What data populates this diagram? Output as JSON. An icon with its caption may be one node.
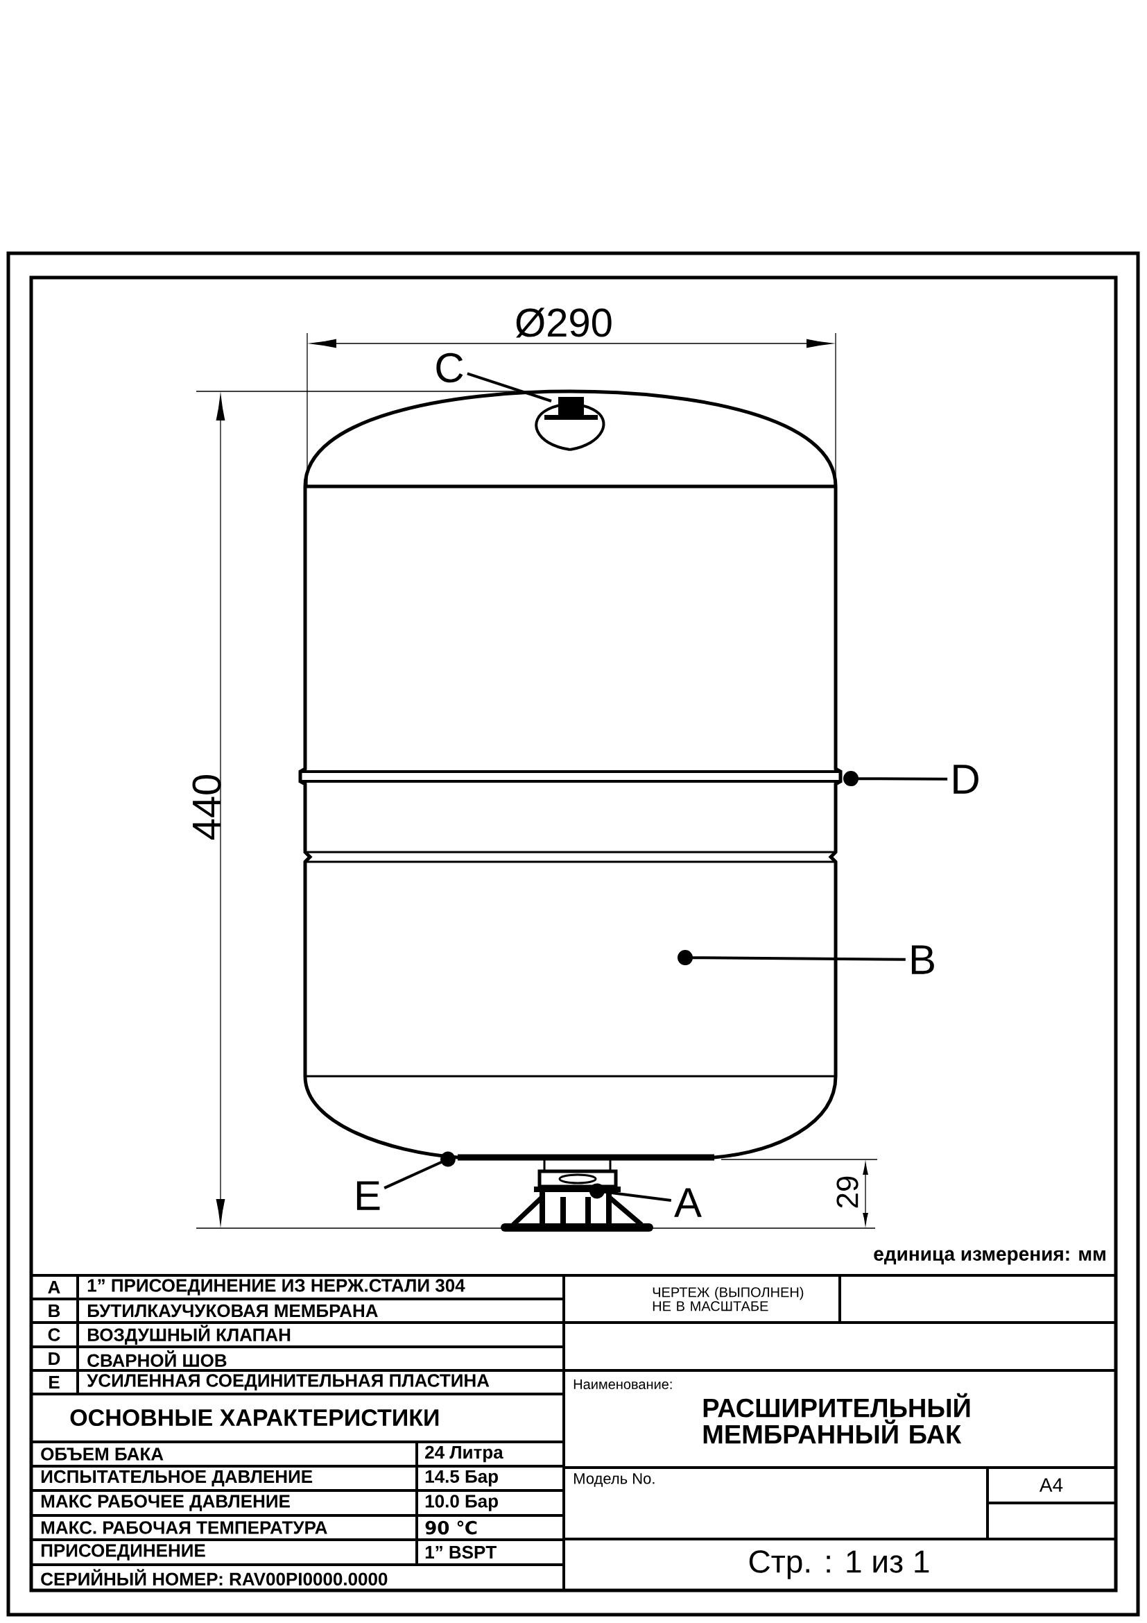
{
  "diagram": {
    "nodes": [
      {
        "text": [
          "C"
        ]
      },
      {
        "text": [
          "D"
        ]
      },
      {
        "text": [
          "B"
        ]
      },
      {
        "text": [
          "E"
        ]
      },
      {
        "text": [
          "A"
        ]
      }
    ],
    "edges": [
      {
        "from": 0,
        "to": null,
        "arrow": "none"
      },
      {
        "from": 1,
        "to": null,
        "arrow": "other"
      },
      {
        "from": 2,
        "to": null,
        "arrow": "other"
      },
      {
        "from": 3,
        "to": null,
        "arrow": "other"
      },
      {
        "from": 4,
        "to": null,
        "arrow": "other"
      }
    ],
    "labels": [
      "Ø290",
      "440",
      "29",
      "единица измерения: мм",
      "A",
      "1” ПРИСОЕДИНЕНИЕ ИЗ НЕРЖ.СТАЛИ 304",
      "B",
      "БУТИЛКАУЧУКОВАЯ МЕМБРАНА",
      "C",
      "ВОЗДУШНЫЙ КЛАПАН",
      "D",
      "СВАРНОЙ ШОВ",
      "E",
      "УСИЛЕННАЯ СОЕДИНИТЕЛЬНАЯ ПЛАСТИНА",
      "ОСНОВНЫЕ ХАРАКТЕРИСТИКИ",
      "ОБЪЕМ БАКА",
      "24 Литра",
      "ИСПЫТАТЕЛЬНОЕ ДАВЛЕНИЕ",
      "14.5 Бар",
      "МАКС РАБОЧЕЕ ДАВЛЕНИЕ",
      "10.0 Бар",
      "МАКС. РАБОЧАЯ ТЕМПЕРАТУРА",
      "90 ℃",
      "ПРИСОЕДИНЕНИЕ",
      "1” BSPT",
      "СЕРИЙНЫЙ НОМЕР: RAV00PI0000.0000",
      "ЧЕРТЕЖ (ВЫПОЛНЕН) НЕ В МАСШТАБЕ",
      "Наименование:",
      "РАСШИРИТЕЛЬНЫЙ МЕМБРАННЫЙ БАК",
      "Модель No.",
      "A4",
      "Стр. : 1 из 1"
    ]
  }
}
